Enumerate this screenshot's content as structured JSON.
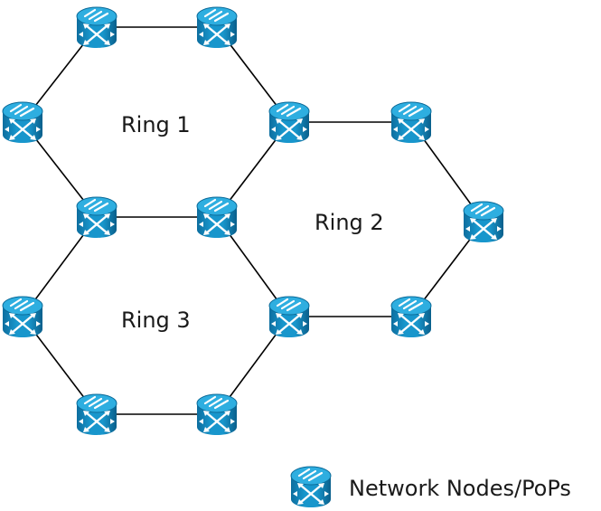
{
  "diagram": {
    "rings": [
      {
        "id": "ring-1",
        "label": "Ring 1"
      },
      {
        "id": "ring-2",
        "label": "Ring 2"
      },
      {
        "id": "ring-3",
        "label": "Ring 3"
      }
    ],
    "node_icon": "router-node-icon",
    "legend": {
      "icon": "router-node-icon",
      "label": "Network Nodes/PoPs"
    },
    "colors": {
      "node_body": "#1383b8",
      "node_top": "#28a9d8",
      "node_dark": "#0a6897",
      "symbol": "#ffffff",
      "link": "#000000"
    }
  }
}
